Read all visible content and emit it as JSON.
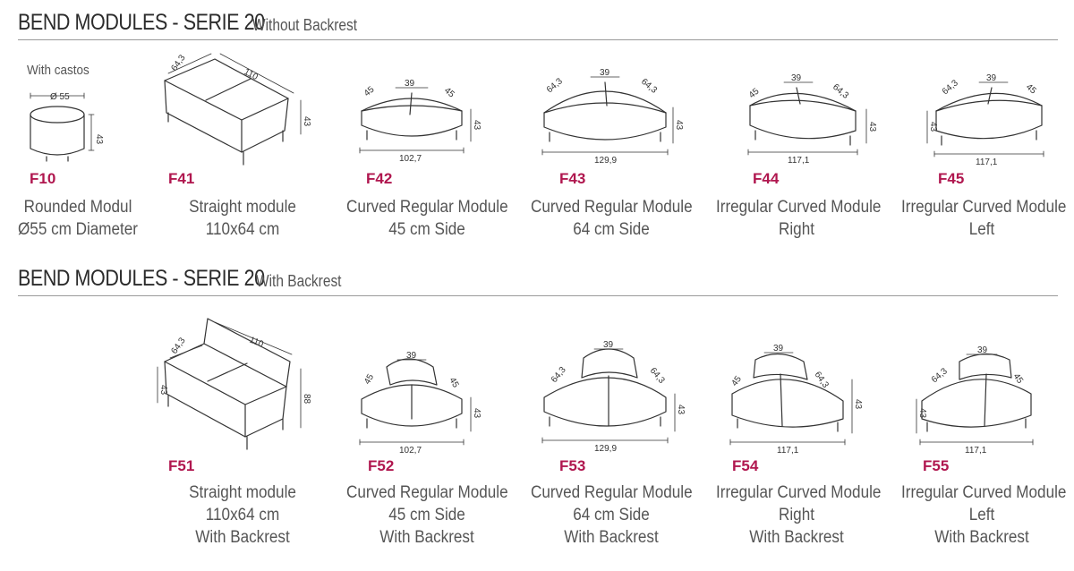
{
  "sections": [
    {
      "title": "BEND MODULES - SERIE 20",
      "subtitle": "Without Backrest"
    },
    {
      "title": "BEND MODULES - SERIE 20",
      "subtitle": "With Backrest"
    }
  ],
  "note": "With castos",
  "dims": {
    "d55": "Ø 55",
    "h43": "43",
    "h88": "88",
    "w110": "110",
    "d64": "64,3",
    "s45": "45",
    "s39": "39",
    "s64": "64,3",
    "w102": "102,7",
    "w129": "129,9",
    "w117": "117,1"
  },
  "modules": [
    {
      "code": "F10",
      "lines": [
        "Rounded Modul",
        "Ø55 cm Diameter"
      ]
    },
    {
      "code": "F41",
      "lines": [
        "Straight module",
        "110x64 cm"
      ]
    },
    {
      "code": "F42",
      "lines": [
        "Curved Regular Module",
        "45 cm Side"
      ]
    },
    {
      "code": "F43",
      "lines": [
        "Curved Regular Module",
        "64 cm Side"
      ]
    },
    {
      "code": "F44",
      "lines": [
        "Irregular Curved Module",
        "Right"
      ]
    },
    {
      "code": "F45",
      "lines": [
        "Irregular Curved Module",
        "Left"
      ]
    },
    {
      "code": "F51",
      "lines": [
        "Straight module",
        "110x64 cm",
        "With Backrest"
      ]
    },
    {
      "code": "F52",
      "lines": [
        "Curved Regular Module",
        "45 cm Side",
        "With Backrest"
      ]
    },
    {
      "code": "F53",
      "lines": [
        "Curved Regular Module",
        "64 cm Side",
        "With Backrest"
      ]
    },
    {
      "code": "F54",
      "lines": [
        "Irregular Curved Module",
        "Right",
        "With Backrest"
      ]
    },
    {
      "code": "F55",
      "lines": [
        "Irregular Curved Module",
        "Left",
        "With Backrest"
      ]
    }
  ]
}
